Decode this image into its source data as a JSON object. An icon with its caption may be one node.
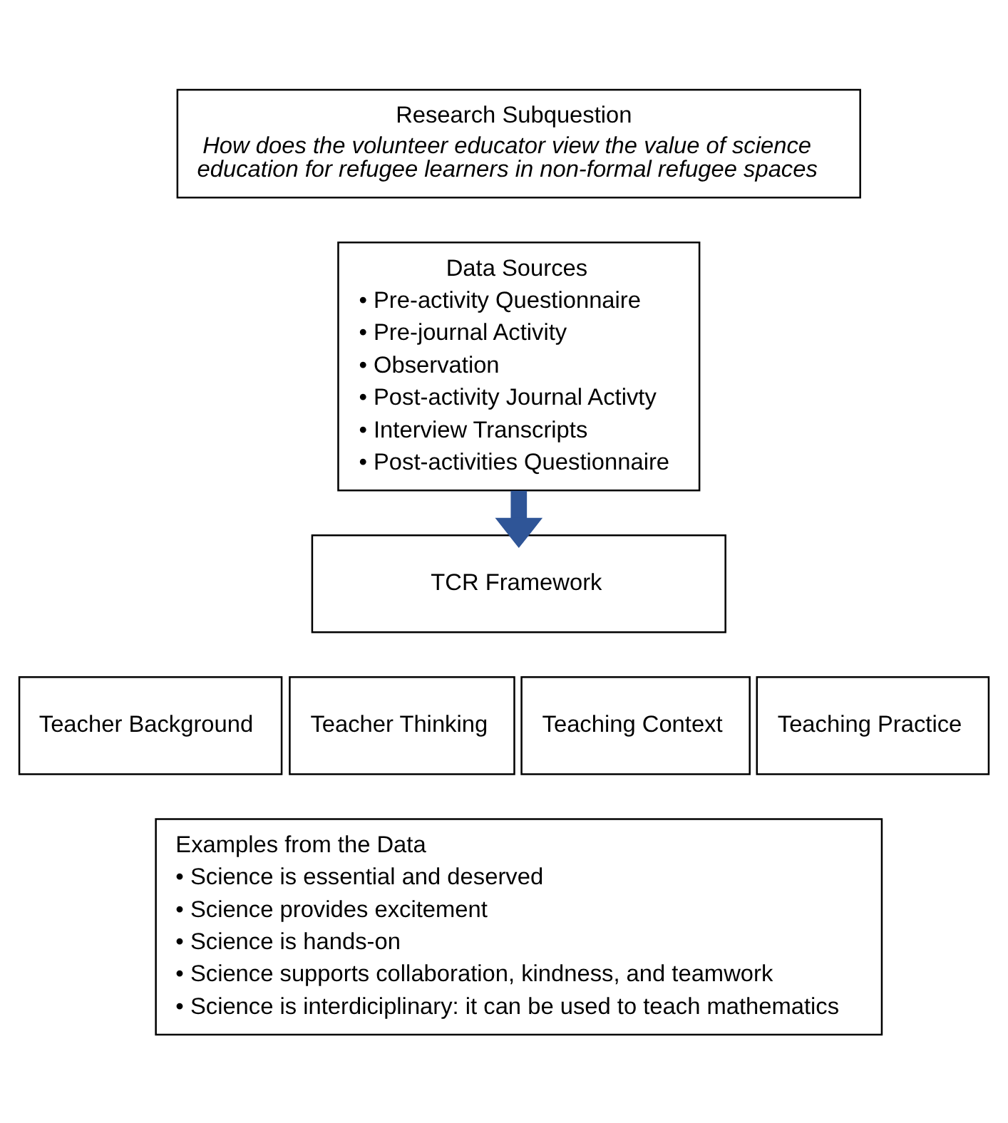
{
  "diagram": {
    "nodes": [
      {
        "text": [
          "Research Subquestion",
          "How does the volunteer educator view the value of science education for refugee learners in non-formal refugee spaces"
        ]
      },
      {
        "text": [
          "Data Sources",
          "• Pre-activity Questionnaire",
          "• Pre-journal Activity",
          "• Observation",
          "• Post-activity Journal Activty",
          "• Interview Transcripts",
          "• Post-activities Questionnaire"
        ]
      },
      {
        "text": [
          "TCR Framework"
        ]
      },
      {
        "text": [
          "Teacher Background"
        ]
      },
      {
        "text": [
          "Teacher Thinking"
        ]
      },
      {
        "text": [
          "Teaching Context"
        ]
      },
      {
        "text": [
          "Teaching Practice"
        ]
      },
      {
        "text": [
          "Examples from the Data",
          "• Science is essential and deserved",
          "• Science provides excitement",
          "• Science is hands-on",
          "• Science supports collaboration, kindness, and teamwork",
          "• Science is interdiciplinary: it can be used to teach mathematics"
        ]
      }
    ],
    "edges": [
      {
        "from": 1,
        "to": 2,
        "arrow": "to",
        "color": "#2f5597"
      }
    ]
  }
}
